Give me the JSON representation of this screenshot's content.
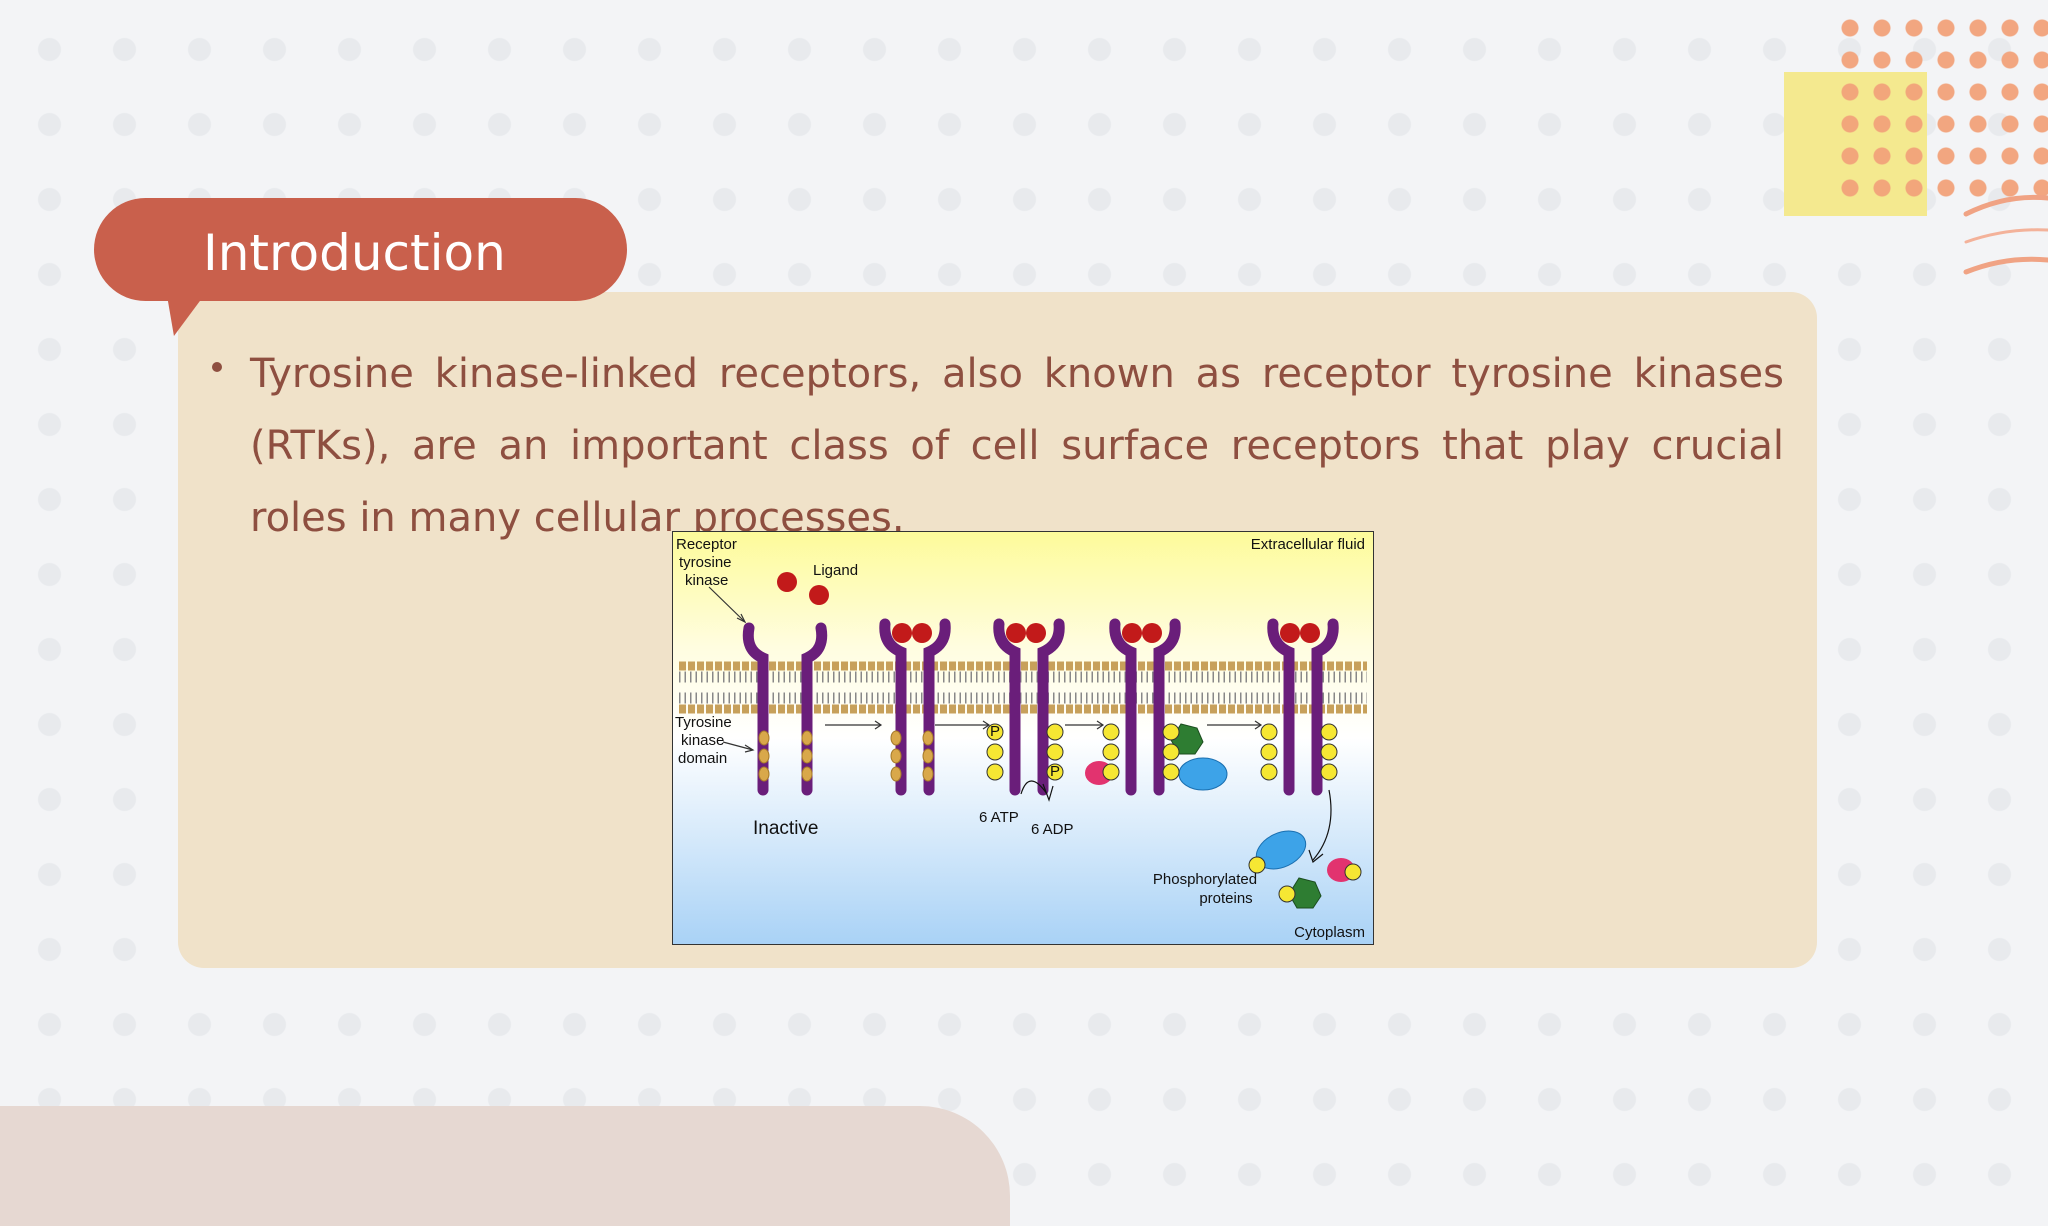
{
  "slide": {
    "title": "Introduction",
    "bullet": "Tyrosine kinase-linked receptors, also known as receptor tyrosine kinases (RTKs), are an important class of cell surface receptors that play crucial roles in many cellular processes."
  },
  "figure": {
    "labels": {
      "receptor_line1": "Receptor",
      "receptor_line2": "tyrosine",
      "receptor_line3": "kinase",
      "ligand": "Ligand",
      "extracellular": "Extracellular fluid",
      "domain_line1": "Tyrosine",
      "domain_line2": "kinase",
      "domain_line3": "domain",
      "inactive": "Inactive",
      "atp": "6 ATP",
      "adp": "6 ADP",
      "phospho_line1": "Phosphorylated",
      "phospho_line2": "proteins",
      "cytoplasm": "Cytoplasm",
      "p": "P"
    }
  },
  "colors": {
    "title_bubble": "#c9604c",
    "panel": "#f0e2c9",
    "text": "#8e4f40",
    "accent_dots": "#f2a27a",
    "accent_yellow": "#f4e98f",
    "receptor": "#6a1e7a",
    "ligand": "#c21a1a"
  }
}
